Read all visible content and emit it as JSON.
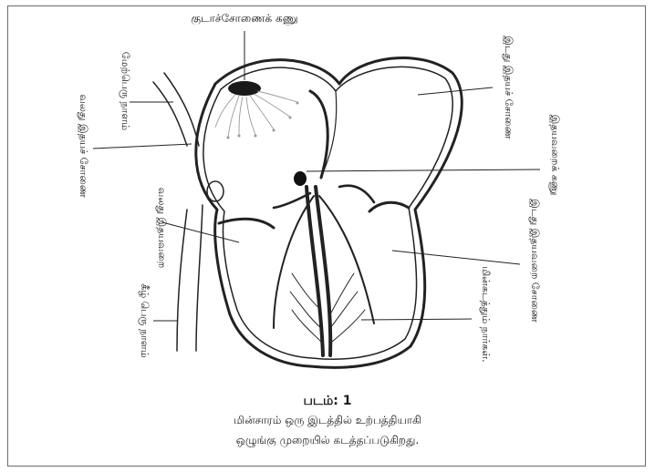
{
  "labels": {
    "sa_node": "குடாச்சோணைக் கணு",
    "superior_vena_cava": "மேற்பெரு நாளம்",
    "right_atrium": "வலது இதயச் சோணை",
    "right_ventricle": "வலது இதயவறை",
    "inferior_vena_cava": "கீழ் பெரு நாளம்",
    "left_atrium": "இடது இதயச் சோணை",
    "av_node": "இதயவறைக் கணு",
    "left_ventricle": "இடது இதயவறை சோணை",
    "purkinje_fibres": "மின்கடத்தும் நார்கள்."
  },
  "caption": {
    "title": "படம்: 1",
    "line1": "மின்சாரம் ஒரு இடத்தில் உற்பத்தியாகி",
    "line2": "ஒழுங்கு முறையில் கடத்தப்படுகிறது."
  }
}
